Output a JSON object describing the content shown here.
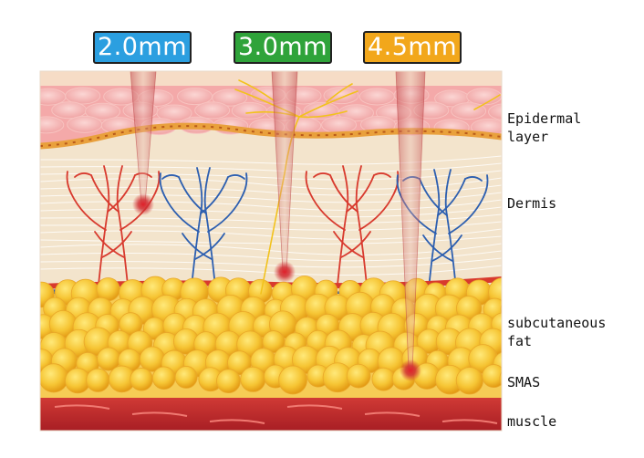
{
  "depths": [
    {
      "label": "2.0mm",
      "color": "#2b9fe0"
    },
    {
      "label": "3.0mm",
      "color": "#2fa33a"
    },
    {
      "label": "4.5mm",
      "color": "#f2a71b"
    }
  ],
  "layers": {
    "epidermal": "Epidermal\nlayer",
    "dermis": "Dermis",
    "fat": "subcutaneous\nfat",
    "smas": "SMAS",
    "muscle": "muscle"
  },
  "colors": {
    "skin": "#f4a9a9",
    "dermis": "#f3e4cc",
    "fat": "#f4bc2c",
    "muscle": "#c3262b",
    "artery": "#d83a2e",
    "vein": "#2d5fb0",
    "nerve": "#f2c21c",
    "beam": "#c0474a"
  }
}
